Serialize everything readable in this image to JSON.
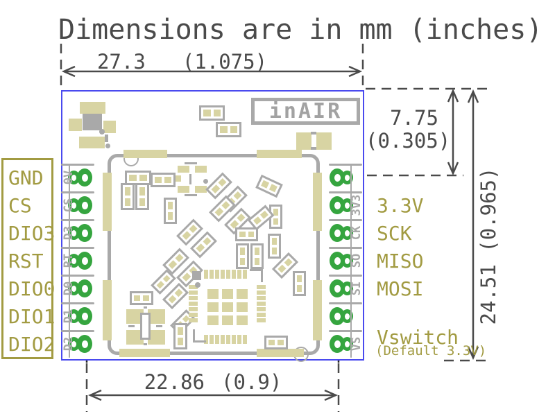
{
  "title": "Dimensions are in mm (inches)",
  "dimensions": {
    "width_mm": "27.3",
    "width_in": "(1.075)",
    "pin_offset_mm": "7.75",
    "pin_offset_in": "(0.305)",
    "height_label": "24.51 (0.965)",
    "pin_span_mm": "22.86",
    "pin_span_in": "(0.9)"
  },
  "board": {
    "logo": "inAIR",
    "left_pins": [
      {
        "silk": "0V",
        "label": "GND"
      },
      {
        "silk": "CS",
        "label": "CS"
      },
      {
        "silk": "D3",
        "label": "DIO3"
      },
      {
        "silk": "RT",
        "label": "RST"
      },
      {
        "silk": "D0",
        "label": "DIO0"
      },
      {
        "silk": "D1",
        "label": "DIO1"
      },
      {
        "silk": "D2",
        "label": "DIO2"
      }
    ],
    "right_pins": [
      {
        "silk": "",
        "label": ""
      },
      {
        "silk": "3V3",
        "label": "3.3V"
      },
      {
        "silk": "CK",
        "label": "SCK"
      },
      {
        "silk": "SO",
        "label": "MISO"
      },
      {
        "silk": "SI",
        "label": "MOSI"
      },
      {
        "silk": "",
        "label": ""
      },
      {
        "silk": "VS",
        "label": "Vswitch"
      }
    ],
    "vswitch_note": "(Default 3.3V)"
  },
  "colors": {
    "outline_blue": "#4a4aef",
    "pad_green": "#35a53f",
    "pad_tan": "#d8d4a3",
    "silkscreen_gray": "#a9a9a9",
    "label_olive": "#a29b42",
    "dimension_gray": "#4a4a4a"
  }
}
